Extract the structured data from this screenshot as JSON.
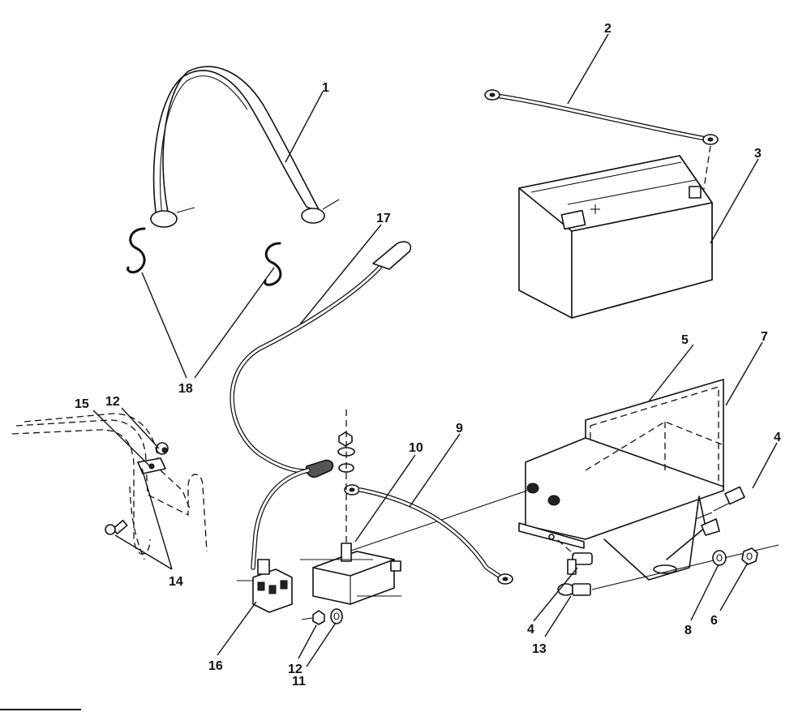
{
  "diagram": {
    "callouts": [
      {
        "id": "c1",
        "text": "1"
      },
      {
        "id": "c2",
        "text": "2"
      },
      {
        "id": "c3",
        "text": "3"
      },
      {
        "id": "c5",
        "text": "5"
      },
      {
        "id": "c7",
        "text": "7"
      },
      {
        "id": "c4a",
        "text": "4"
      },
      {
        "id": "c17",
        "text": "17"
      },
      {
        "id": "c18",
        "text": "18"
      },
      {
        "id": "c12a",
        "text": "12"
      },
      {
        "id": "c15",
        "text": "15"
      },
      {
        "id": "c14",
        "text": "14"
      },
      {
        "id": "c10",
        "text": "10"
      },
      {
        "id": "c9",
        "text": "9"
      },
      {
        "id": "c16",
        "text": "16"
      },
      {
        "id": "c12b",
        "text": "12"
      },
      {
        "id": "c11",
        "text": "11"
      },
      {
        "id": "c4b",
        "text": "4"
      },
      {
        "id": "c13",
        "text": "13"
      },
      {
        "id": "c8",
        "text": "8"
      },
      {
        "id": "c6",
        "text": "6"
      }
    ]
  }
}
